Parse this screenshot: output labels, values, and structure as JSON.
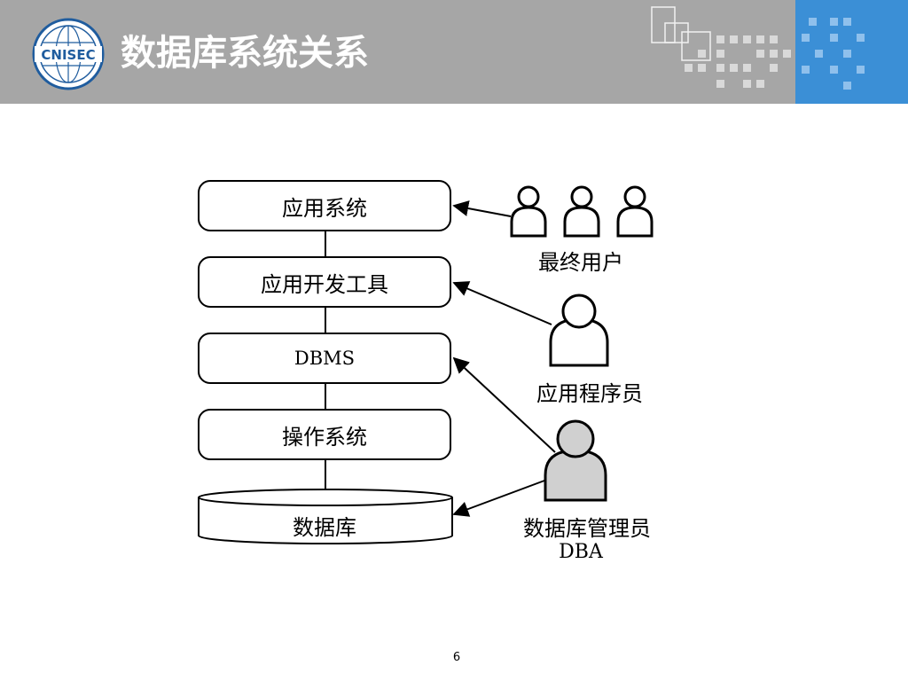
{
  "header": {
    "title": "数据库系统关系",
    "logo_text": "CNISEC",
    "colors": {
      "band": "#a6a6a6",
      "blue": "#3b8fd6",
      "logo": "#1f5c9e"
    }
  },
  "layers": [
    {
      "label": "应用系统"
    },
    {
      "label": "应用开发工具"
    },
    {
      "label": "DBMS"
    },
    {
      "label": "操作系统"
    },
    {
      "label": "数据库"
    }
  ],
  "actors": [
    {
      "label": "最终用户",
      "icon": "user-group-icon",
      "points_to": "应用系统"
    },
    {
      "label": "应用程序员",
      "icon": "user-icon",
      "points_to": "应用开发工具"
    },
    {
      "label": "数据库管理员",
      "sublabel": "DBA",
      "icon": "admin-user-icon",
      "points_to": [
        "DBMS",
        "数据库"
      ]
    }
  ],
  "footer": {
    "page_number": "6"
  }
}
